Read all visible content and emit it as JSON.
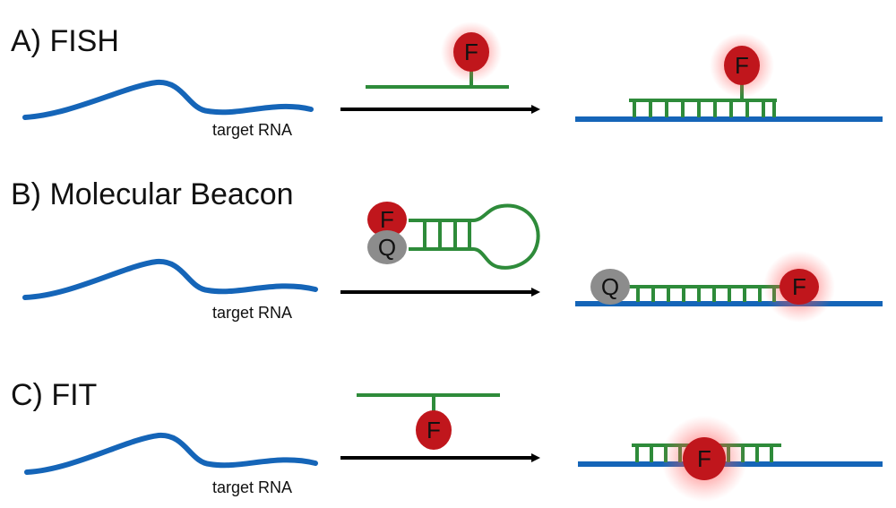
{
  "panels": [
    {
      "id": "fish",
      "title": "A)  FISH",
      "rna_label": "target RNA"
    },
    {
      "id": "beacon",
      "title": "B)  Molecular Beacon",
      "rna_label": "target RNA"
    },
    {
      "id": "fit",
      "title": "C) FIT",
      "rna_label": "target RNA"
    }
  ],
  "markers": {
    "fluorophore": "F",
    "quencher": "Q"
  },
  "colors": {
    "rna": "#1565b8",
    "probe": "#2e8b3a",
    "fluorophore": "#c0161c",
    "glow": "#ff3b3b",
    "quencher": "#8c8c8c",
    "arrow": "#000000"
  }
}
